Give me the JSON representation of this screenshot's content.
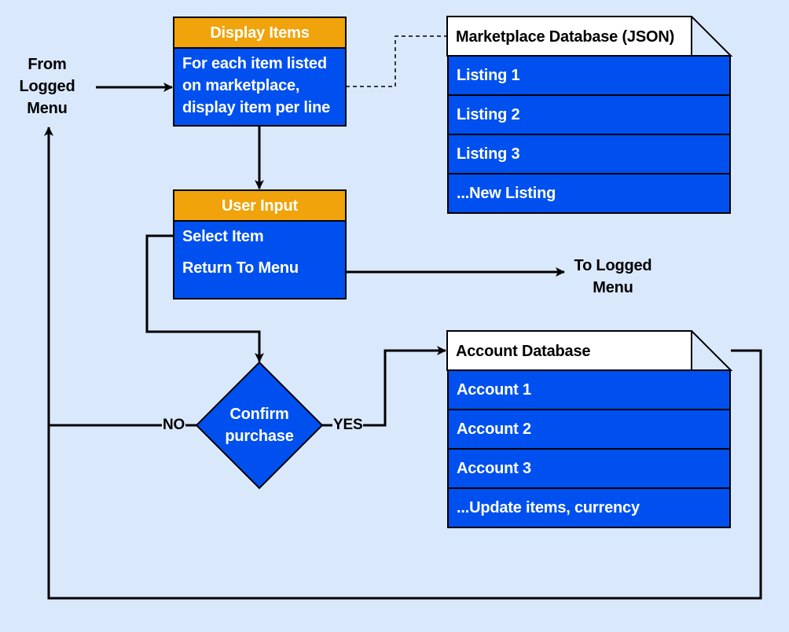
{
  "from_label": [
    "From",
    "Logged",
    "Menu"
  ],
  "to_label": [
    "To Logged",
    "Menu"
  ],
  "display_items": {
    "header": "Display Items",
    "lines": [
      "For each item listed",
      "on marketplace,",
      "display item per line"
    ]
  },
  "user_input": {
    "header": "User Input",
    "options": [
      "Select Item",
      "Return To Menu"
    ]
  },
  "decision": {
    "label": [
      "Confirm",
      "purchase"
    ],
    "yes": "YES",
    "no": "NO"
  },
  "marketplace_db": {
    "title": "Marketplace Database (JSON)",
    "rows": [
      "Listing 1",
      "Listing 2",
      "Listing 3",
      "...New Listing"
    ]
  },
  "account_db": {
    "title": "Account Database",
    "rows": [
      "Account 1",
      "Account 2",
      "Account 3",
      "...Update items, currency"
    ]
  },
  "colors": {
    "background": "#dae8fc",
    "header": "#f0a30a",
    "box": "#0050ef",
    "line": "#000000"
  }
}
